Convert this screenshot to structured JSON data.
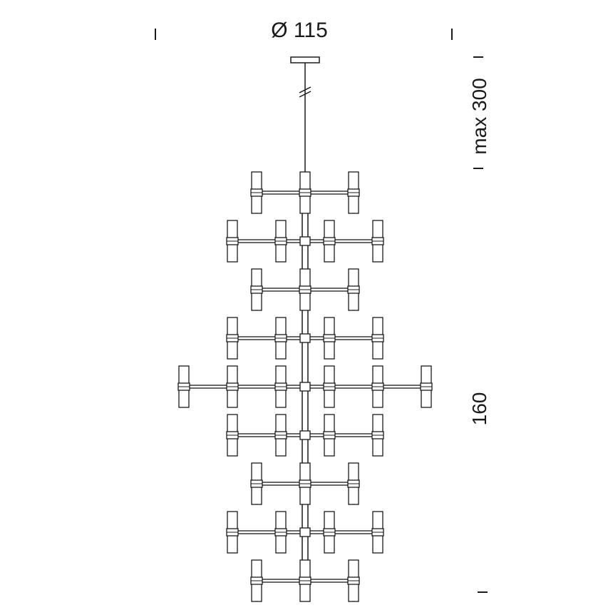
{
  "dimensions": {
    "diameter_label": "Ø 115",
    "height_label": "max 300",
    "body_height_label": "160"
  },
  "colors": {
    "line": "#1a1a1a",
    "paper": "#ffffff"
  },
  "chandelier": {
    "tiers": [
      {
        "candles": 3
      },
      {
        "candles": 4
      },
      {
        "candles": 3
      },
      {
        "candles": 4
      },
      {
        "candles": 6
      },
      {
        "candles": 4
      },
      {
        "candles": 3
      },
      {
        "candles": 4
      },
      {
        "candles": 3
      }
    ]
  }
}
